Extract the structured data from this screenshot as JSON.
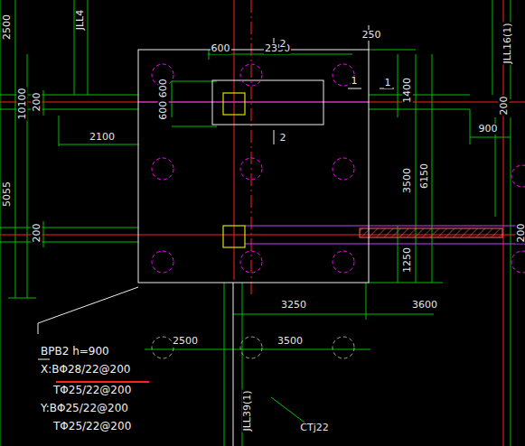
{
  "diagram": {
    "labels": [
      "JLL4",
      "2500",
      "10100",
      "200",
      "2100",
      "5055",
      "200",
      "600",
      "2350",
      "250",
      "2",
      "600 600",
      "1",
      "1",
      "1400",
      "JLL16(1)",
      "900",
      "200",
      "2",
      "3500",
      "6150",
      "200",
      "1250",
      "3250",
      "3600",
      "2500",
      "3500",
      "BPB2 h=900",
      "X:BΦ28/22@200",
      "TΦ25/22@200",
      "Y:BΦ25/22@200",
      "TΦ25/22@200",
      "JLL39(1)",
      "CTj22"
    ]
  }
}
